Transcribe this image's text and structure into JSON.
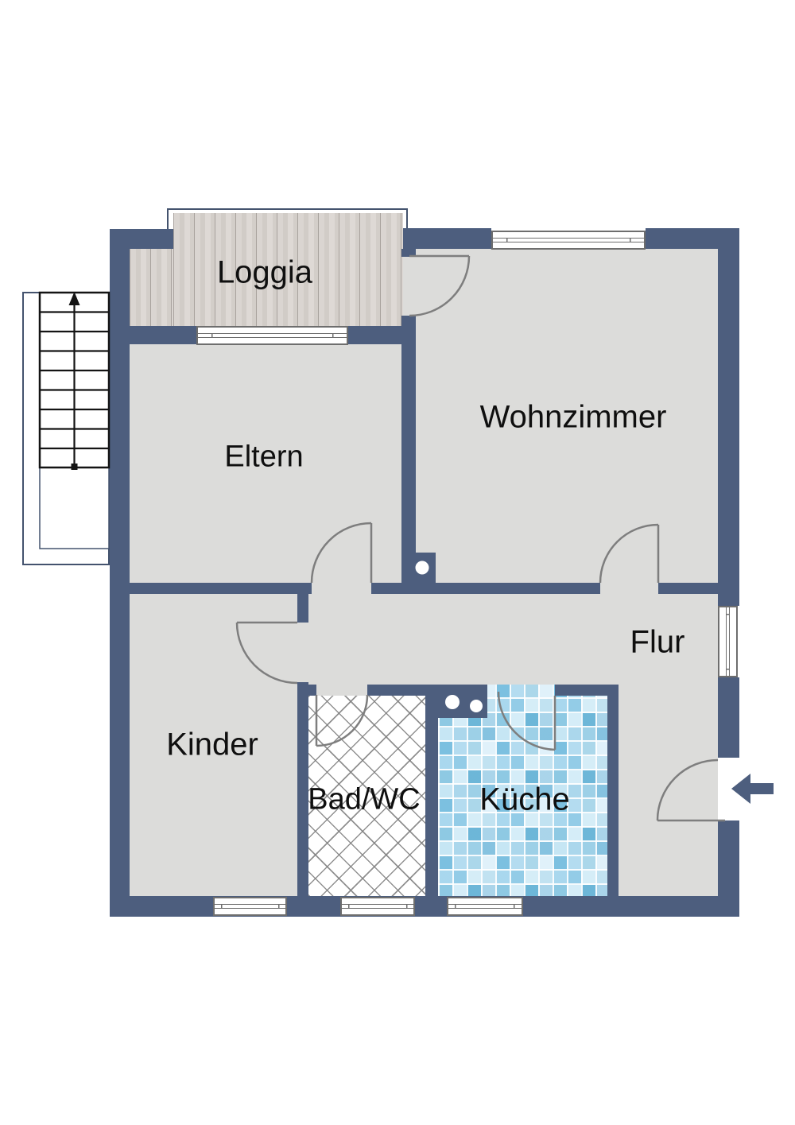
{
  "title": "Apartment floor plan",
  "rooms": {
    "loggia": {
      "label": "Loggia"
    },
    "wohnzimmer": {
      "label": "Wohnzimmer"
    },
    "eltern": {
      "label": "Eltern"
    },
    "kinder": {
      "label": "Kinder"
    },
    "bad_wc": {
      "label": "Bad/WC"
    },
    "kueche": {
      "label": "Küche"
    },
    "flur": {
      "label": "Flur"
    }
  },
  "symbols": {
    "entrance_arrow": "arrow pointing left into apartment entrance",
    "staircase": "exterior staircase with up-direction arrow",
    "doors": [
      "loggia-wohnzimmer",
      "eltern-flur",
      "wohnzimmer-flur",
      "kinder-flur",
      "bad-flur",
      "kueche-flur",
      "entrance"
    ],
    "pipe_circles": 3
  },
  "colors": {
    "wall": "#4d5e7e",
    "floor": "#dcdcda",
    "bad_floor": "#ffffff",
    "tile_blue_light": "#cfeaf7",
    "tile_blue_mid": "#9fd2e9",
    "tile_blue_dark": "#7ec2df",
    "wood": "#d7d2ce",
    "outline": "#44536e",
    "door_arc": "#7e7e7e"
  }
}
